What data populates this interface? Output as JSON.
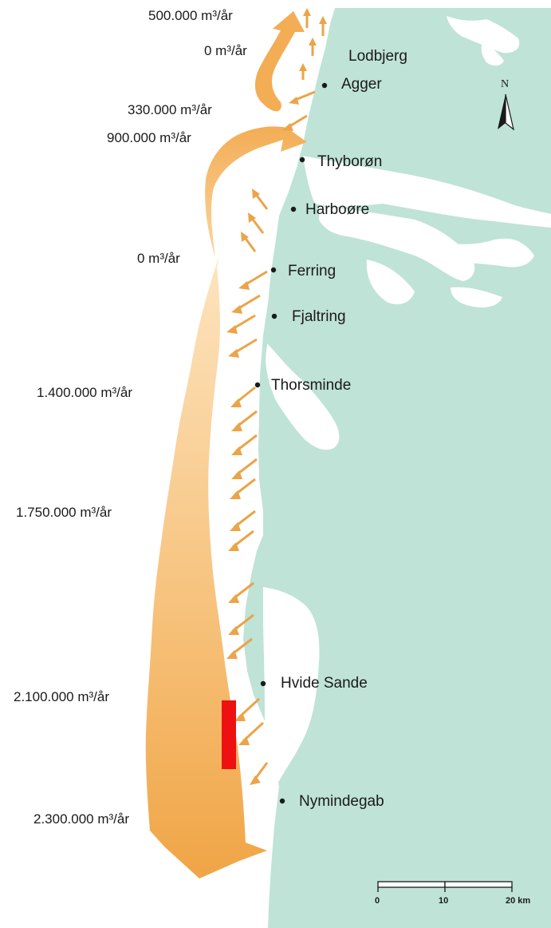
{
  "colors": {
    "land": "#bfe3d6",
    "water": "#ffffff",
    "flow_arrow": "#f0ae52",
    "flow_arrow_light": "#fde4bf",
    "cross_arrows": "#eba448",
    "marker": "#ee1111",
    "text": "#1a1a1a"
  },
  "places": [
    {
      "name": "Lodbjerg"
    },
    {
      "name": "Agger"
    },
    {
      "name": "Thyborøn"
    },
    {
      "name": "Harboøre"
    },
    {
      "name": "Ferring"
    },
    {
      "name": "Fjaltring"
    },
    {
      "name": "Thorsminde"
    },
    {
      "name": "Hvide Sande"
    },
    {
      "name": "Nymindegab"
    }
  ],
  "flow_labels": [
    {
      "text": "500.000 m³/år"
    },
    {
      "text": "0 m³/år"
    },
    {
      "text": "330.000 m³/år"
    },
    {
      "text": "900.000 m³/år"
    },
    {
      "text": "0 m³/år"
    },
    {
      "text": "1.400.000 m³/år"
    },
    {
      "text": "1.750.000 m³/år"
    },
    {
      "text": "2.100.000 m³/år"
    },
    {
      "text": "2.300.000 m³/år"
    }
  ],
  "north": {
    "label": "N",
    "icon": "north-arrow-icon"
  },
  "scale_bar": {
    "ticks": [
      "0",
      "10",
      "20 km"
    ]
  }
}
